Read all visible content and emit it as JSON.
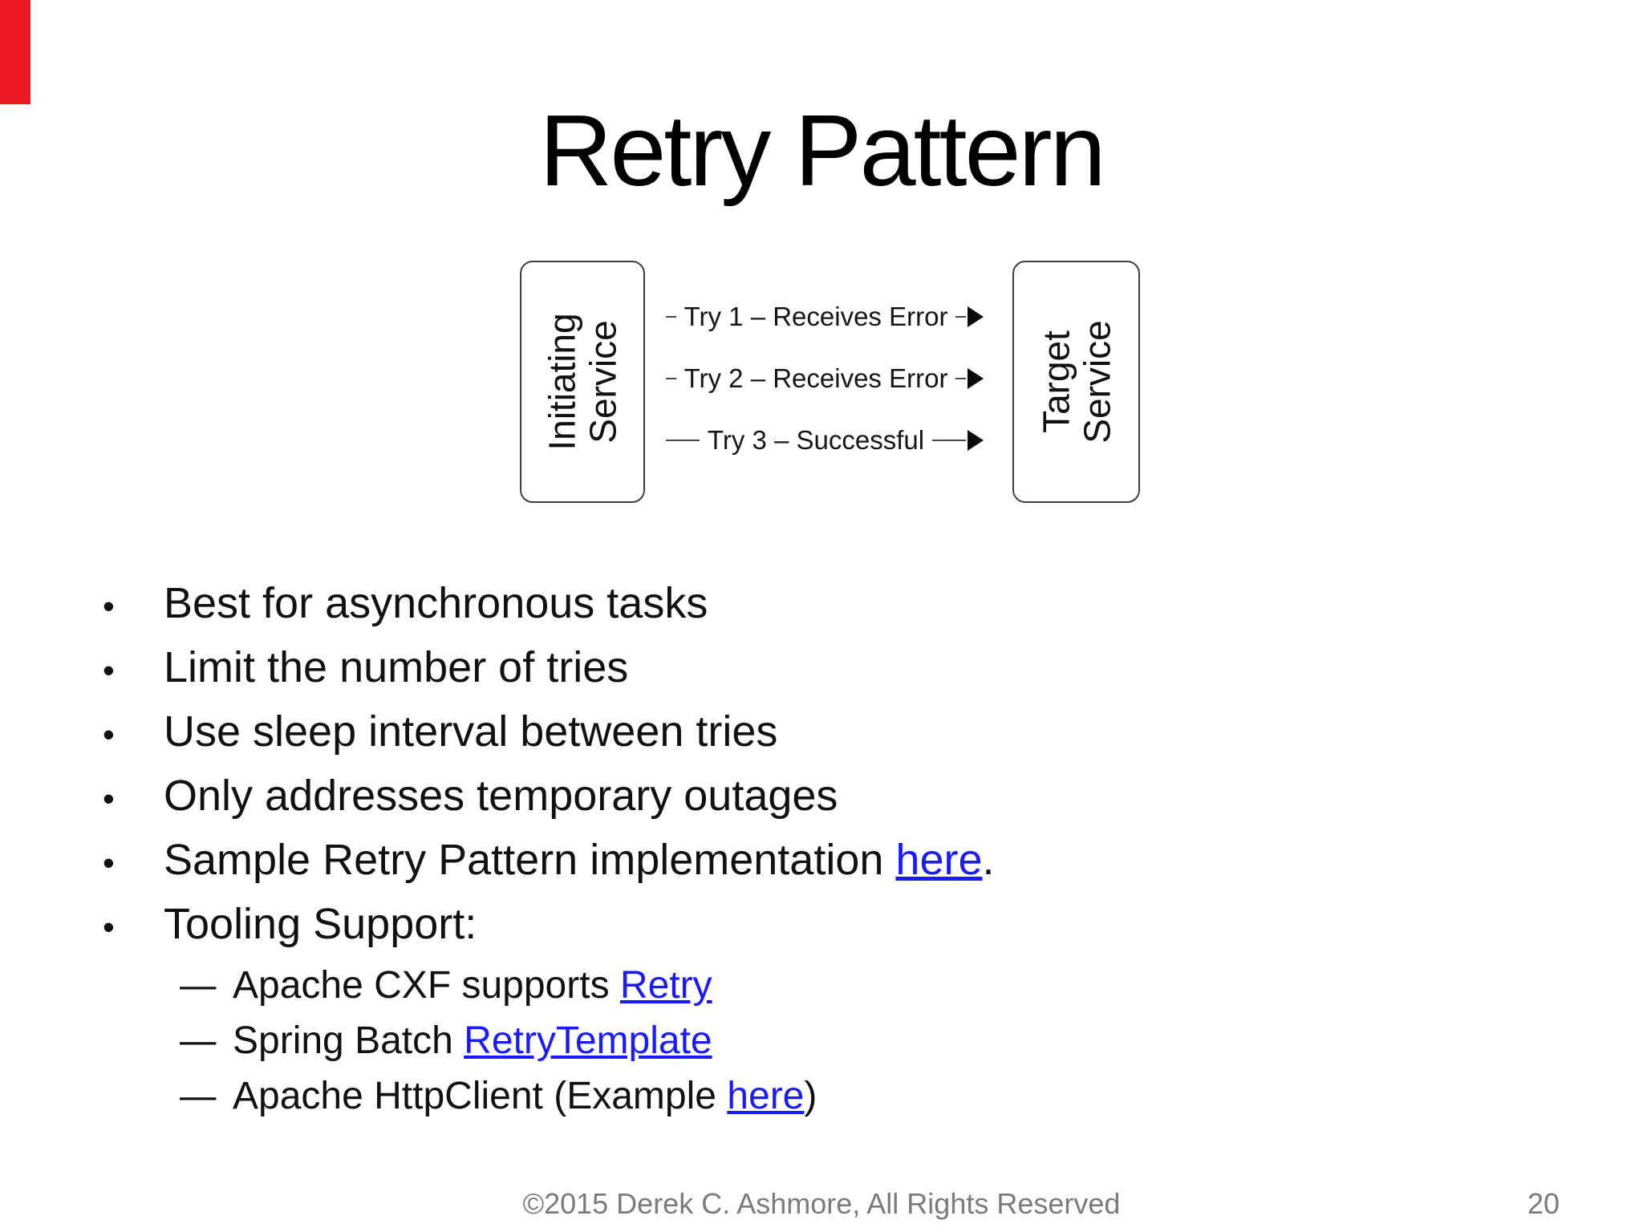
{
  "slide": {
    "title": "Retry Pattern",
    "footer": "©2015 Derek C. Ashmore, All Rights Reserved",
    "page_number": "20"
  },
  "colors": {
    "red_bar": "#ea1821",
    "link": "#1a1aff",
    "footer_text": "#7b7b7b",
    "diagram_stroke": "#3f3f3f",
    "text": "#111111"
  },
  "diagram": {
    "left_box": {
      "line1": "Initiating",
      "line2": "Service"
    },
    "right_box": {
      "line1": "Target",
      "line2": "Service"
    },
    "arrows": [
      {
        "label": "Try 1 – Receives Error"
      },
      {
        "label": "Try 2 – Receives Error"
      },
      {
        "label": "Try 3 – Successful"
      }
    ]
  },
  "bullets": {
    "marker": "•",
    "sub_marker": "–",
    "items": [
      {
        "text": "Best for asynchronous tasks"
      },
      {
        "text": "Limit the number of tries"
      },
      {
        "text": "Use sleep interval between tries"
      },
      {
        "text": "Only addresses temporary outages"
      },
      {
        "prefix": "Sample Retry Pattern implementation ",
        "link": "here",
        "suffix": "."
      },
      {
        "text": "Tooling Support:"
      }
    ],
    "sub_items": [
      {
        "prefix": "Apache CXF supports ",
        "link": "Retry",
        "suffix": ""
      },
      {
        "prefix": "Spring Batch ",
        "link": "RetryTemplate",
        "suffix": ""
      },
      {
        "prefix": "Apache HttpClient (Example ",
        "link": "here",
        "suffix": ")"
      }
    ]
  }
}
